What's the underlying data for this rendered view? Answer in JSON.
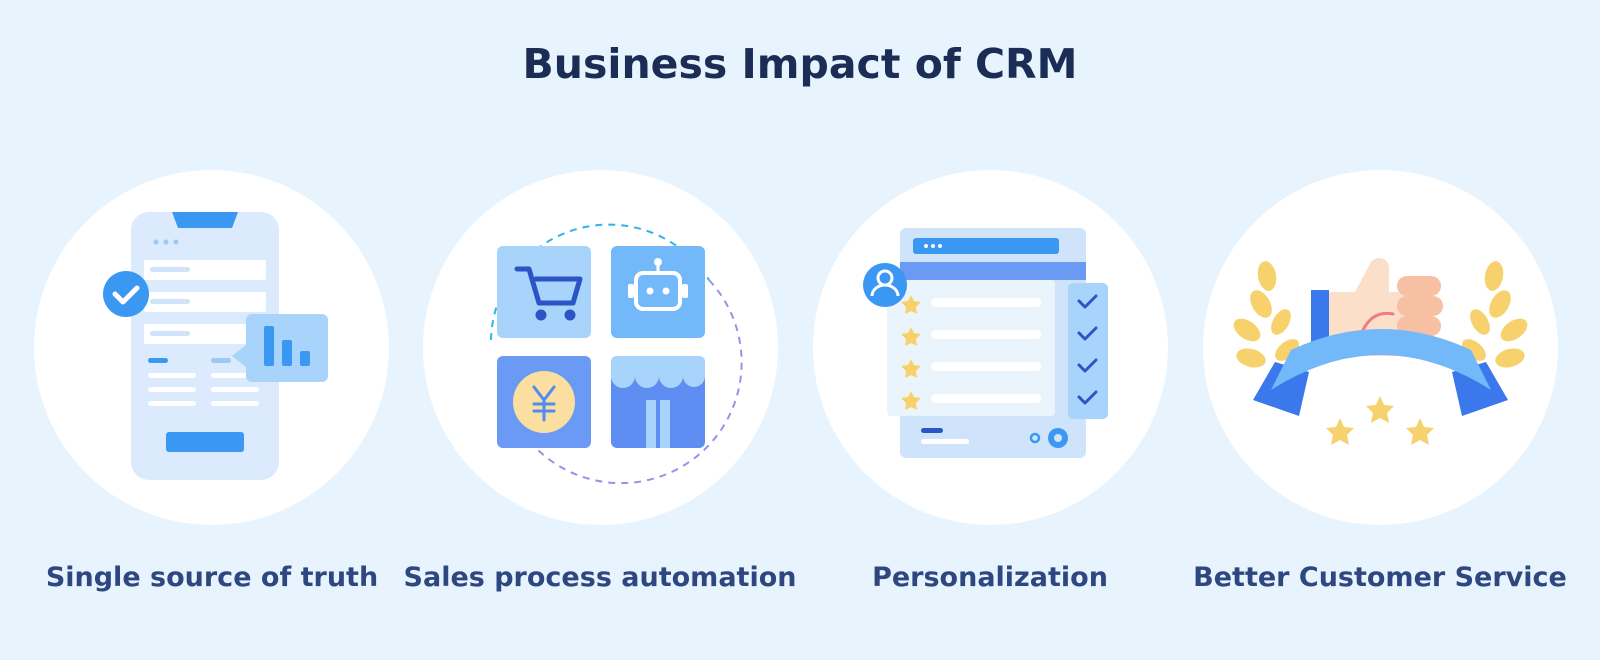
{
  "page": {
    "title": "Business Impact of CRM"
  },
  "colors": {
    "background": "#e8f4fd",
    "circle": "#ffffff",
    "title_text": "#1b2d55",
    "caption_text": "#2f4780",
    "accent_blue": "#3a97f2",
    "light_blue": "#bfdffc",
    "star_gold": "#f6d16c"
  },
  "features": [
    {
      "label": "Single source of truth",
      "icon": "phone-dashboard-icon"
    },
    {
      "label": "Sales process automation",
      "icon": "automation-grid-icon"
    },
    {
      "label": "Personalization",
      "icon": "personalized-list-icon"
    },
    {
      "label": "Better Customer Service",
      "icon": "thumbs-up-award-icon"
    }
  ]
}
